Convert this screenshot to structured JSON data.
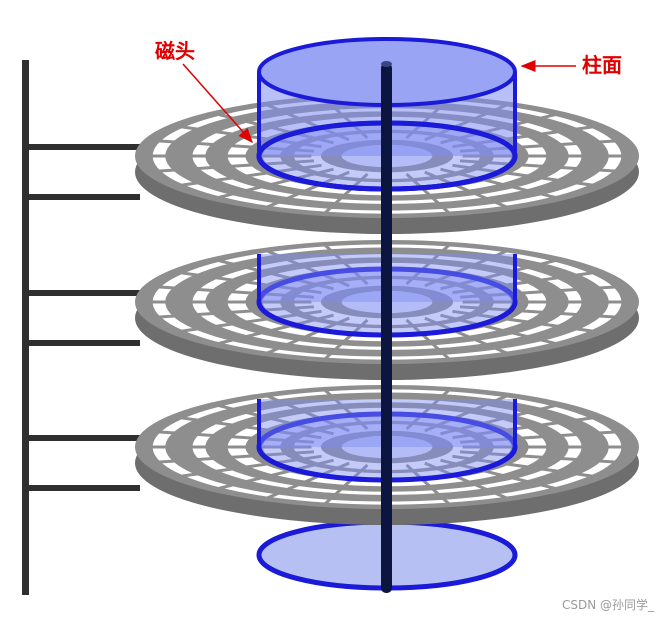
{
  "annotations": {
    "head_label": "磁头",
    "cylinder_label": "柱面"
  },
  "watermark": "CSDN @孙同学_",
  "platter_count": 3,
  "track_rings": 4,
  "sectors_per_ring": 24,
  "colors": {
    "platter": "#8e8e8e",
    "platter_edge": "#6e6e6e",
    "cylinder_fill": "#7f8cf2",
    "cylinder_edge": "#1a1ad8",
    "spindle": "#0b1540",
    "arm": "#2f2f2f",
    "label": "#e00000"
  }
}
